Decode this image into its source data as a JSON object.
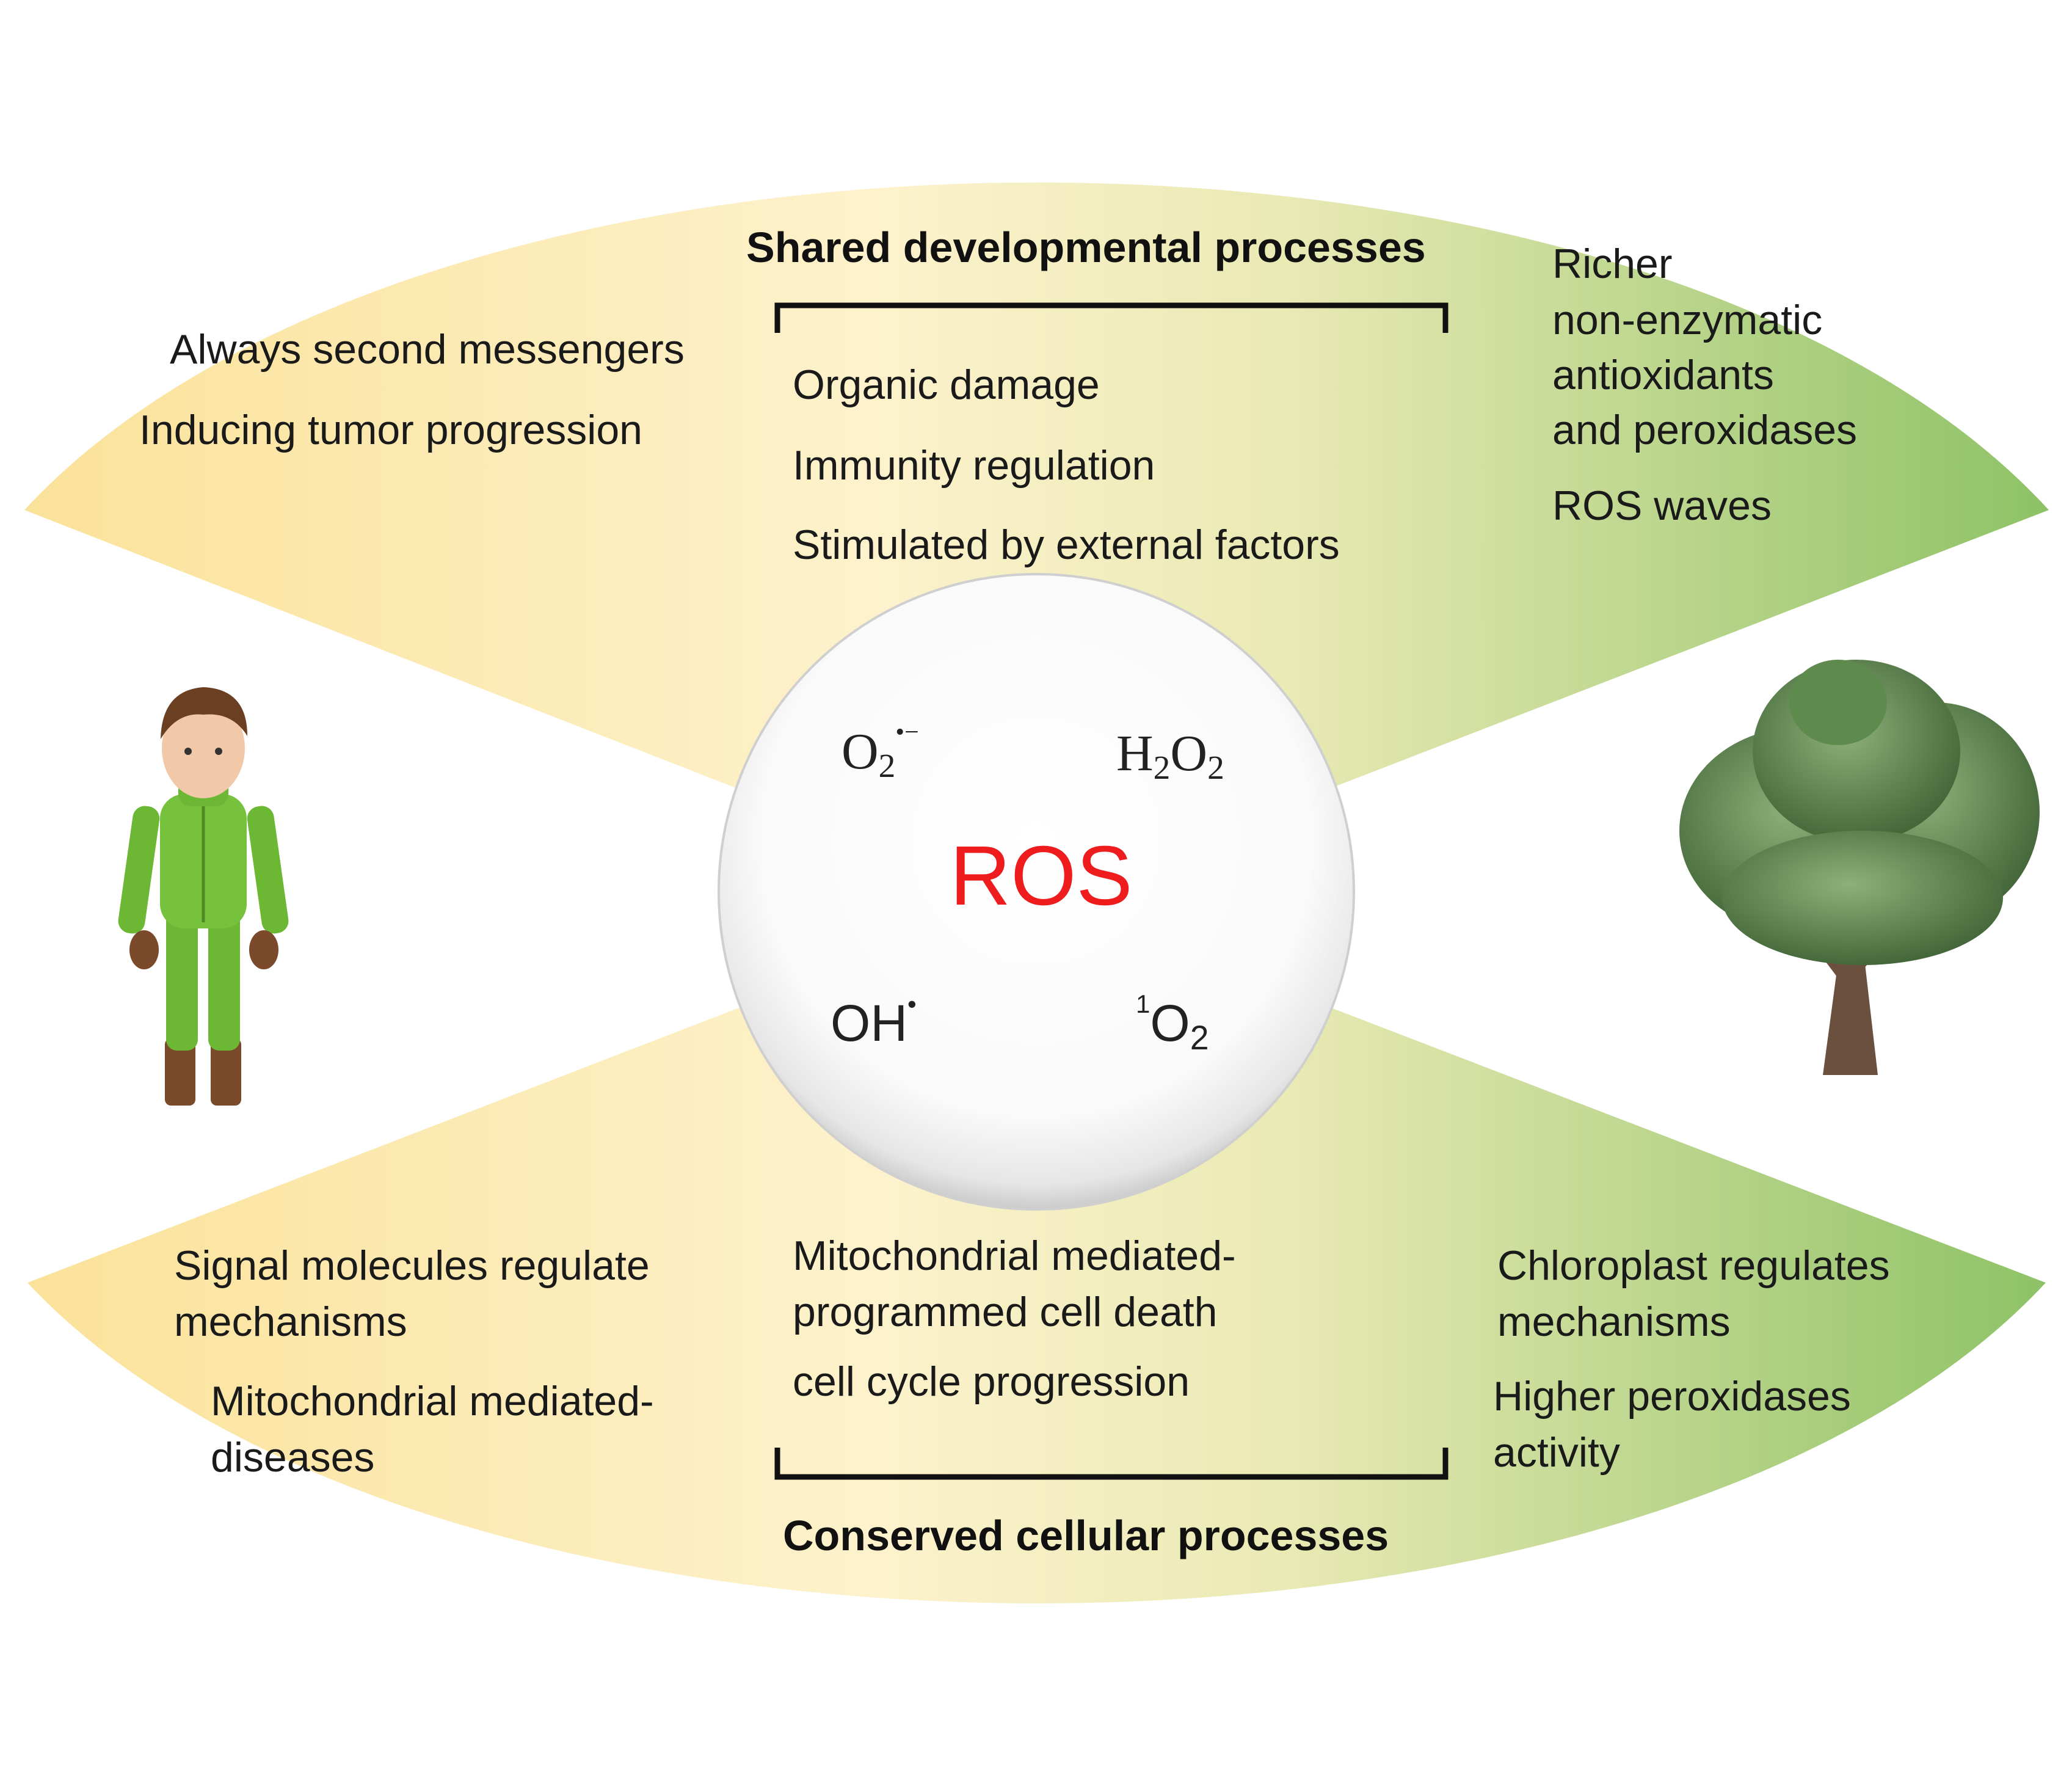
{
  "center": {
    "title": "ROS",
    "species": {
      "superoxide": {
        "base": "O",
        "sub": "2",
        "sup": "•−"
      },
      "hydrogen_peroxide": {
        "a": "H",
        "a_sub": "2",
        "b": "O",
        "b_sub": "2"
      },
      "hydroxyl": {
        "base": "OH",
        "sup": "•"
      },
      "singlet_oxygen": {
        "sup": "1",
        "base": "O",
        "sub": "2"
      }
    }
  },
  "top": {
    "header": "Shared developmental processes",
    "human_items": [
      "Always second messengers",
      "Inducing tumor progression"
    ],
    "shared_items": [
      "Organic damage",
      "Immunity regulation",
      "Stimulated by external factors"
    ],
    "plant_items": [
      "Richer",
      "non-enzymatic",
      "antioxidants",
      "and peroxidases",
      "ROS waves"
    ]
  },
  "bottom": {
    "header": "Conserved cellular processes",
    "human_items": [
      "Signal molecules regulate",
      "mechanisms",
      "Mitochondrial mediated-",
      "diseases"
    ],
    "shared_items": [
      "Mitochondrial mediated-",
      "programmed cell death",
      "cell cycle progression"
    ],
    "plant_items": [
      "Chloroplast regulates",
      "mechanisms",
      "Higher peroxidases",
      "activity"
    ]
  },
  "colors": {
    "gradient_left": "#fbe7a6",
    "gradient_mid": "#fdf1c8",
    "gradient_right": "#93c46b",
    "ros_text": "#ee1c1c"
  },
  "icons": {
    "left_figure": "human-figure-icon",
    "right_figure": "tree-icon"
  }
}
